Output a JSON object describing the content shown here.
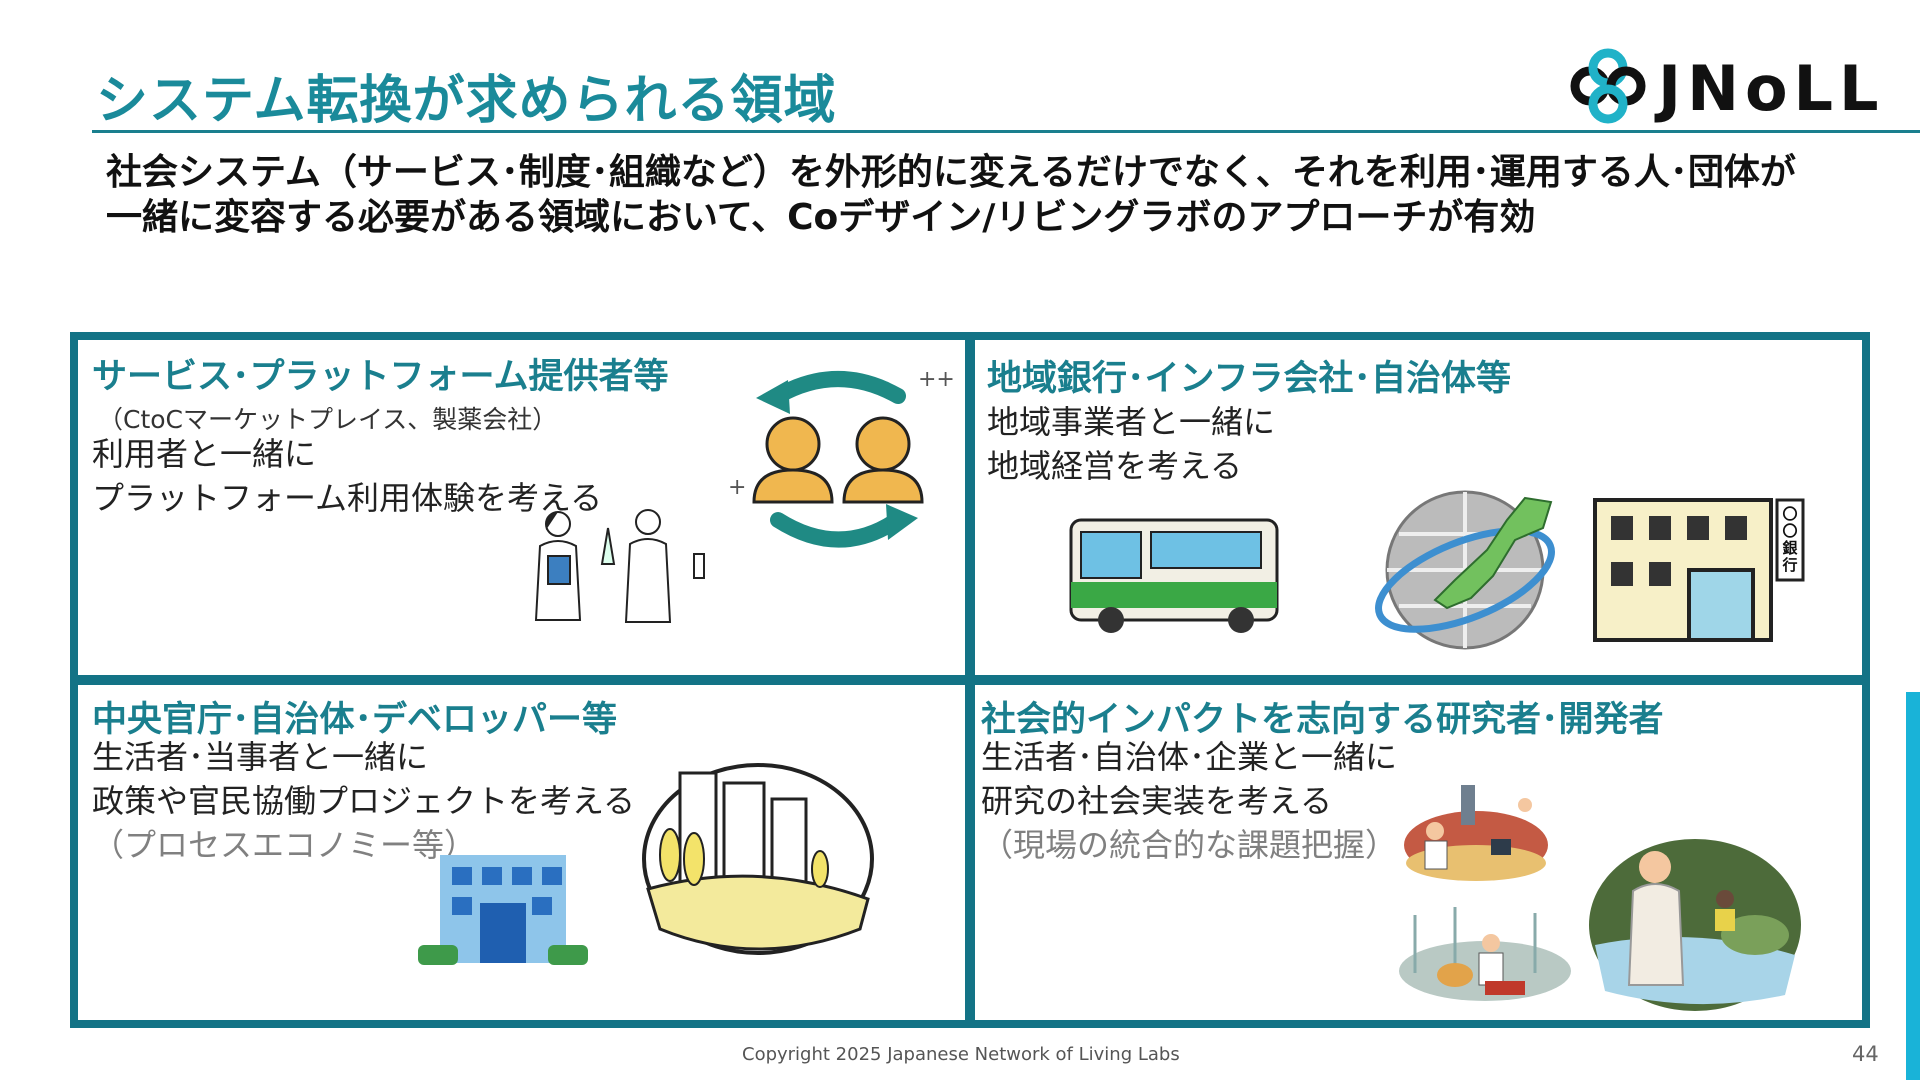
{
  "header": {
    "title": "システム転換が求められる領域",
    "logo_text": "JNoLL"
  },
  "lead": {
    "line1": "社会システム（サービス･制度･組織など）を外形的に変えるだけでなく、それを利用･運用する人･団体が",
    "line2": "一緒に変容する必要がある領域において、Coデザイン/リビングラボのアプローチが有効"
  },
  "panels": {
    "top_left": {
      "title": "サービス･プラットフォーム提供者等",
      "sub": "（CtoCマーケットプレイス、製薬会社）",
      "body1": "利用者と一緒に",
      "body2": "プラットフォーム利用体験を考える"
    },
    "top_right": {
      "title": "地域銀行･インフラ会社･自治体等",
      "body1": "地域事業者と一緒に",
      "body2": "地域経営を考える",
      "bank_sign": "〇〇銀行"
    },
    "bottom_left": {
      "title": "中央官庁･自治体･デベロッパー等",
      "body1": "生活者･当事者と一緒に",
      "body2": "政策や官民協働プロジェクトを考える",
      "note": "（プロセスエコノミー等）"
    },
    "bottom_right": {
      "title": "社会的インパクトを志向する研究者･開発者",
      "body1": "生活者･自治体･企業と一緒に",
      "body2": "研究の社会実装を考える",
      "note": "（現場の統合的な課題把握）"
    }
  },
  "footer": {
    "copyright": "Copyright 2025  Japanese Network of Living Labs",
    "page": "44"
  },
  "colors": {
    "accent": "#1a8a9a",
    "frame": "#137386",
    "side_bar": "#19b3d8"
  }
}
